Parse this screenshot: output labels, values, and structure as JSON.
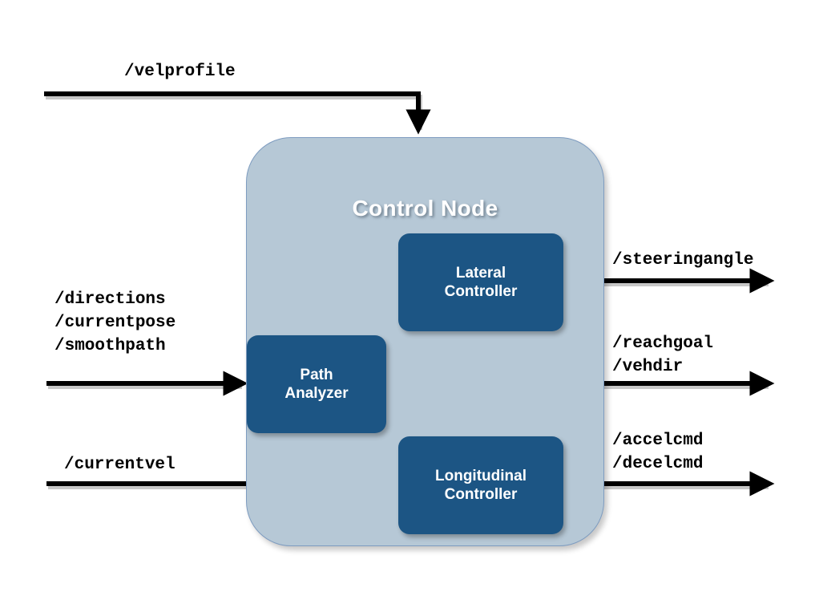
{
  "diagram": {
    "title": "Control Node",
    "container_fill": "#b6c8d6",
    "block_fill": "#1c5584",
    "arrow_color": "#000000",
    "internal_link_color": "#c3c3c3",
    "blocks": [
      {
        "id": "lateral",
        "label": "Lateral\nController"
      },
      {
        "id": "path",
        "label": "Path\nAnalyzer"
      },
      {
        "id": "longitudinal",
        "label": "Longitudinal\nController"
      }
    ],
    "inputs": [
      {
        "id": "velprofile",
        "label": "/velprofile",
        "side": "top"
      },
      {
        "id": "pathtopics",
        "label": "/directions\n/currentpose\n/smoothpath",
        "side": "left"
      },
      {
        "id": "currentvel",
        "label": "/currentvel",
        "side": "left"
      }
    ],
    "outputs": [
      {
        "id": "steeringangle",
        "label": "/steeringangle",
        "side": "right"
      },
      {
        "id": "goaldir",
        "label": "/reachgoal\n/vehdir",
        "side": "right"
      },
      {
        "id": "cmds",
        "label": "/accelcmd\n/decelcmd",
        "side": "right"
      }
    ],
    "icons": [
      {
        "id": "pulse",
        "name": "square-pulse-icon"
      }
    ]
  }
}
